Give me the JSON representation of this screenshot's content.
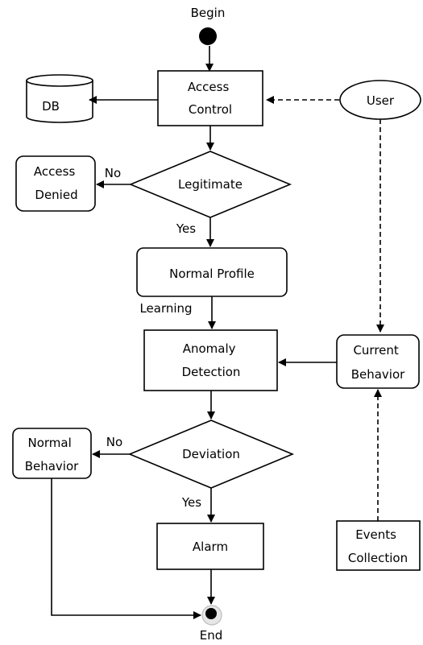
{
  "diagram": {
    "begin_label": "Begin",
    "end_label": "End",
    "db_label": "DB",
    "user_label": "User",
    "access_control": [
      "Access",
      "Control"
    ],
    "access_denied": [
      "Access",
      "Denied"
    ],
    "legitimate_label": "Legitimate",
    "normal_profile_label": "Normal Profile",
    "anomaly_detection": [
      "Anomaly",
      "Detection"
    ],
    "current_behavior": [
      "Current",
      "Behavior"
    ],
    "deviation_label": "Deviation",
    "normal_behavior": [
      "Normal",
      "Behavior"
    ],
    "alarm_label": "Alarm",
    "events_collection": [
      "Events",
      "Collection"
    ],
    "edge_labels": {
      "legitimate_no": "No",
      "legitimate_yes": "Yes",
      "learning": "Learning",
      "deviation_no": "No",
      "deviation_yes": "Yes"
    }
  }
}
